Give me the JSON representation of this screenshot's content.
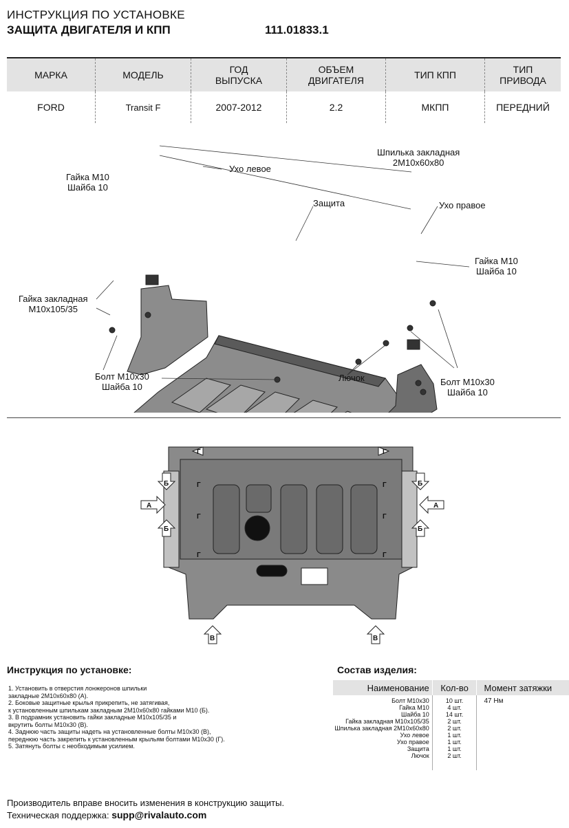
{
  "header": {
    "title": "ИНСТРУКЦИЯ ПО УСТАНОВКЕ",
    "subtitle": "ЗАЩИТА ДВИГАТЕЛЯ И КПП",
    "part_number": "111.01833.1"
  },
  "spec_table": {
    "headers": [
      [
        "МАРКА",
        ""
      ],
      [
        "МОДЕЛЬ",
        ""
      ],
      [
        "ГОД",
        "ВЫПУСКА"
      ],
      [
        "ОБЪЕМ",
        "ДВИГАТЕЛЯ"
      ],
      [
        "ТИП КПП",
        ""
      ],
      [
        "ТИП",
        "ПРИВОДА"
      ]
    ],
    "values": [
      "FORD",
      "Transit F",
      "2007-2012",
      "2.2",
      "МКПП",
      "ПЕРЕДНИЙ"
    ]
  },
  "diagram_labels": {
    "nut_left": [
      "Гайка М10",
      "Шайба 10"
    ],
    "ear_left": "Ухо левое",
    "stud": [
      "Шпилька закладная",
      "2М10х60х80"
    ],
    "guard": "Защита",
    "ear_right": "Ухо правое",
    "nut_right": [
      "Гайка М10",
      "Шайба 10"
    ],
    "nut_insert": [
      "Гайка закладная",
      "М10х105/35"
    ],
    "bolt_left": [
      "Болт М10х30",
      "Шайба 10"
    ],
    "hatch": "Лючок",
    "bolt_right": [
      "Болт М10х30",
      "Шайба 10"
    ]
  },
  "plan_markers": {
    "a": "А",
    "b": "Б",
    "v": "В",
    "g": "Г"
  },
  "instructions": {
    "title": "Инструкция по установке:",
    "lines": [
      "1. Установить в отверстия лонжеронов шпильки",
      "закладные 2М10х60х80 (А).",
      "2. Боковые защитные крылья прикрепить, не затягивая,",
      "к установленным шпилькам закладным 2М10х60х80 гайками М10 (Б).",
      "3. В подрамник установить гайки закладные М10х105/35 и",
      "вкрутить болты М10х30 (В).",
      "4. Заднюю часть защиты надеть на установленные болты М10х30 (В),",
      "переднюю часть закрепить к установленным крыльям болтами М10х30 (Г).",
      "5. Затянуть болты с необходимым усилием."
    ]
  },
  "composition": {
    "title": "Состав изделия:",
    "headers": [
      "Наименование",
      "Кол-во",
      "Момент затяжки"
    ],
    "names": [
      "Болт М10х30",
      "Гайка М10",
      "Шайба 10",
      "Гайка закладная М10х105/35",
      "Шпилька закладная 2М10х60х80",
      "Ухо левое",
      "Ухо правое",
      "Защита",
      "Лючок"
    ],
    "qty": [
      "10 шт.",
      "4 шт.",
      "14 шт.",
      "2 шт.",
      "2 шт.",
      "1 шт.",
      "1 шт.",
      "1 шт.",
      "2 шт."
    ],
    "torque": [
      "47 Нм"
    ]
  },
  "footer": {
    "note": "Производитель вправе вносить изменения в конструкцию защиты.",
    "support_label": "Техническая поддержка:",
    "support_email": "supp@rivalauto.com"
  }
}
